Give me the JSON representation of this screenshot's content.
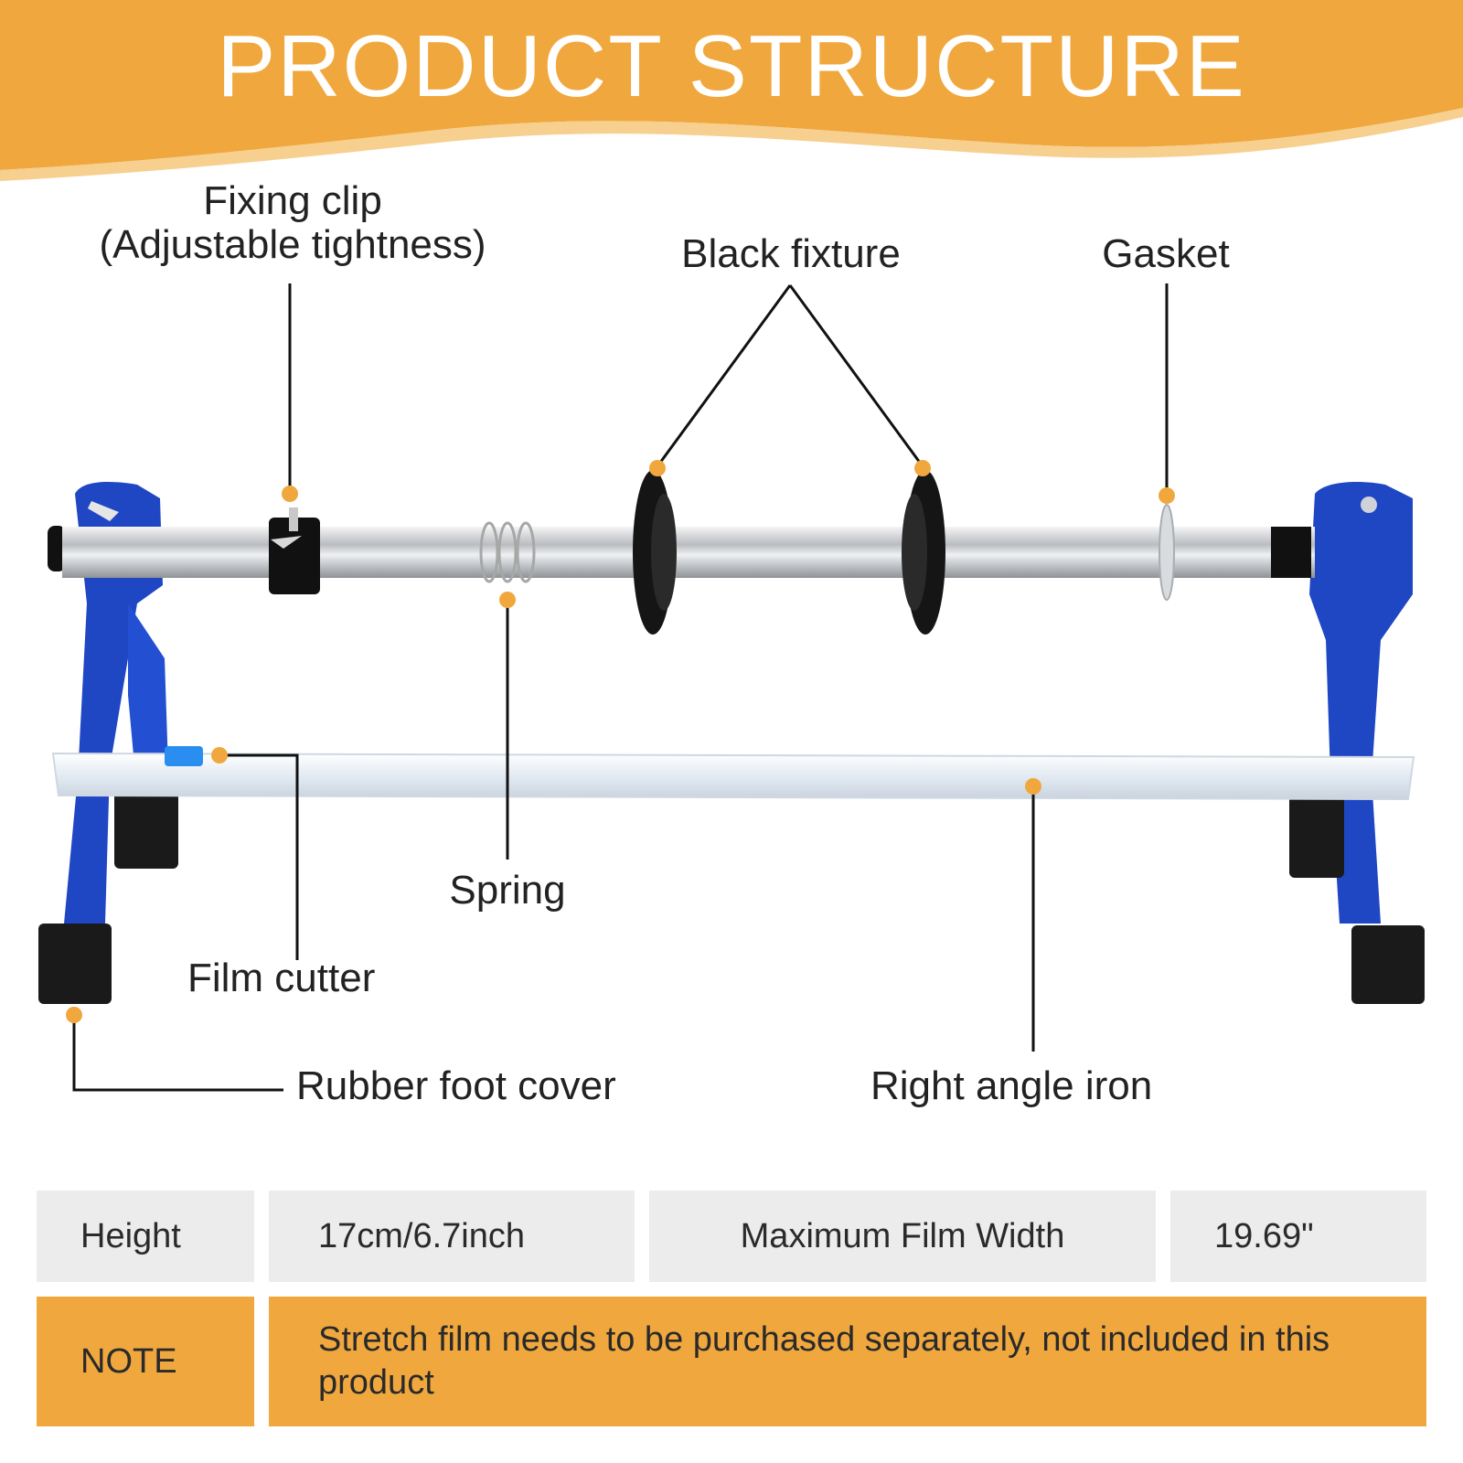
{
  "header": {
    "title": "PRODUCT STRUCTURE",
    "color": "#f0a83e"
  },
  "labels": {
    "fixing_clip_line1": "Fixing clip",
    "fixing_clip_line2": "(Adjustable tightness)",
    "black_fixture": "Black fixture",
    "gasket": "Gasket",
    "spring": "Spring",
    "film_cutter": "Film cutter",
    "rubber_foot_cover": "Rubber foot cover",
    "right_angle_iron": "Right angle iron"
  },
  "specs": {
    "height_label": "Height",
    "height_value": "17cm/6.7inch",
    "width_label": "Maximum Film Width",
    "width_value": "19.69\"",
    "note_label": "NOTE",
    "note_text": "Stretch film needs to be purchased separately, not included in this product"
  },
  "colors": {
    "accent": "#f0a83e",
    "frame_blue": "#1f47c4",
    "grey_cell": "#ececec",
    "marker_dot": "#f0a83e"
  }
}
